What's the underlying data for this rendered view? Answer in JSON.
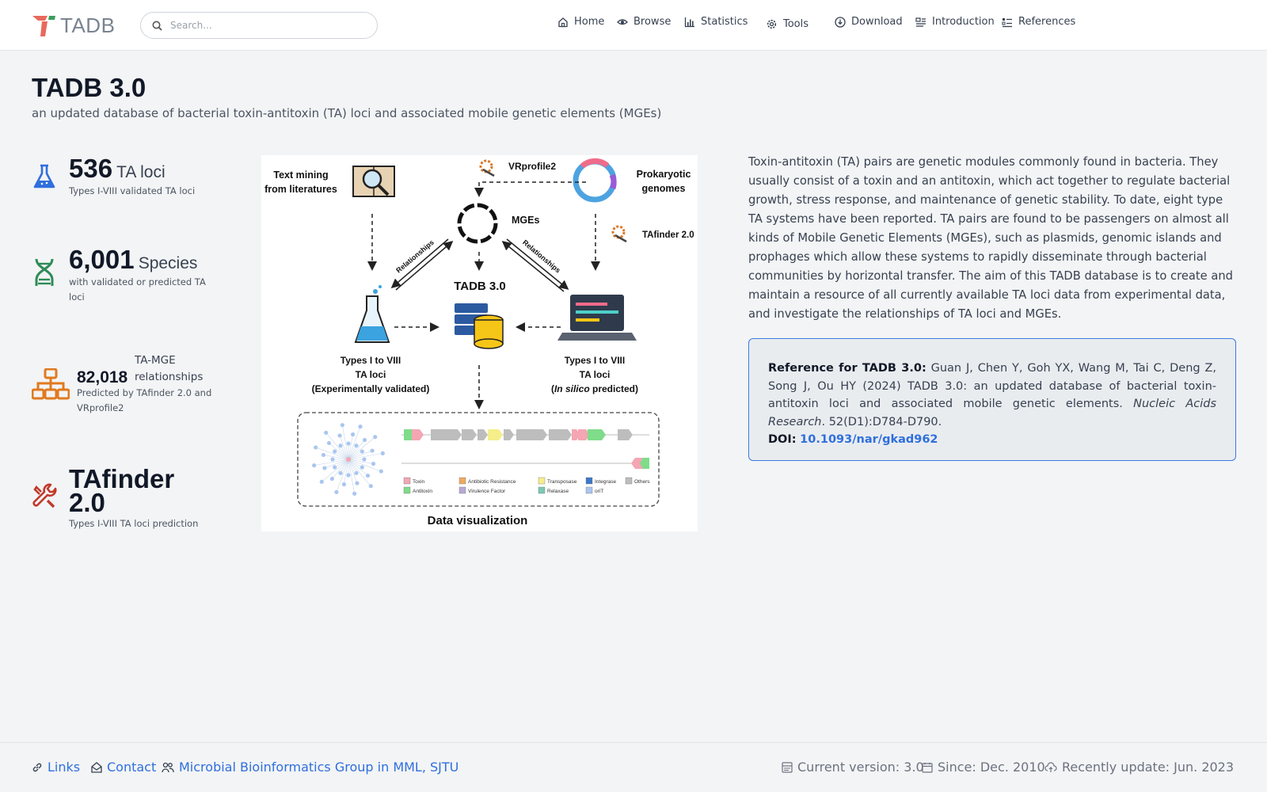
{
  "header": {
    "logo_text": "TADB",
    "search_placeholder": "Search...",
    "nav": [
      {
        "label": "Home",
        "icon": "home-icon"
      },
      {
        "label": "Browse",
        "icon": "eye-icon"
      },
      {
        "label": "Statistics",
        "icon": "bar-chart-icon"
      },
      {
        "label": "Tools",
        "icon": "gear-icon"
      },
      {
        "label": "Download",
        "icon": "download-icon"
      },
      {
        "label": "Introduction",
        "icon": "document-icon"
      },
      {
        "label": "References",
        "icon": "list-icon"
      }
    ]
  },
  "page": {
    "title": "TADB 3.0",
    "subtitle": "an updated database of bacterial toxin-antitoxin (TA) loci and associated mobile genetic elements (MGEs)"
  },
  "stats": [
    {
      "number": "536",
      "unit": "TA loci",
      "desc": "Types I-VIII validated TA loci",
      "icon": "flask-icon",
      "color": "#2f6fde"
    },
    {
      "number": "6,001",
      "unit": "Species",
      "desc": "with validated or predicted TA loci",
      "icon": "dna-icon",
      "color": "#2e8b57"
    },
    {
      "number": "82,018",
      "unit": "TA-MGE relationships",
      "desc": "Predicted by TAfinder 2.0 and VRprofile2",
      "icon": "network-icon",
      "color": "#e07a1e"
    },
    {
      "number": "TAfinder 2.0",
      "unit": "",
      "desc": "Types I-VIII TA loci prediction",
      "icon": "wrench-icon",
      "color": "#c0392b"
    }
  ],
  "figure": {
    "text_mining": "Text mining\nfrom literatures",
    "vrprofile": "VRprofile2",
    "prokaryotic": "Prokaryotic\ngenomes",
    "mges": "MGEs",
    "tafinder": "TAfinder 2.0",
    "relationships": "Relationships",
    "db_title": "TADB 3.0",
    "left_caption": [
      "Types I to VIII",
      "TA loci",
      "(Experimentally validated)"
    ],
    "right_caption": [
      "Types I to VIII",
      "TA loci",
      "predicted)"
    ],
    "right_caption_italic": "In silico",
    "data_vis": "Data visualization",
    "legend": [
      "Toxin",
      "Antibiotic Resistance",
      "Transposase",
      "Integrase",
      "Others",
      "Antitoxin",
      "Virulence Factor",
      "Relaxase",
      "oriT"
    ],
    "legend_colors": [
      "#f4a6b3",
      "#f0a860",
      "#f5ee8a",
      "#3a78c9",
      "#bdbdbd",
      "#7fdc8a",
      "#b7a8d8",
      "#7cc8b4",
      "#a9c6ef"
    ]
  },
  "description": "Toxin-antitoxin (TA) pairs are genetic modules commonly found in bacteria. They usually consist of a toxin and an antitoxin, which act together to regulate bacterial growth, stress response, and maintenance of genetic stability. To date, eight type TA systems have been reported. TA pairs are found to be passengers on almost all kinds of Mobile Genetic Elements (MGEs), such as plasmids, genomic islands and prophages which allow these systems to rapidly disseminate through bacterial communities by horizontal transfer. The aim of this TADB database is to create and maintain a resource of all currently available TA loci data from experimental data, and investigate the relationships of TA loci and MGEs.",
  "reference": {
    "label": "Reference for TADB 3.0:",
    "authors": "Guan J, Chen Y, Goh YX, Wang M, Tai C, Deng Z, Song J, Ou HY (2024) TADB 3.0: an updated database of bacterial toxin-antitoxin loci and associated mobile genetic elements.",
    "journal": "Nucleic Acids Research",
    "pages": ". 52(D1):D784-D790.",
    "doi_label": "DOI:",
    "doi": "10.1093/nar/gkad962"
  },
  "footer": {
    "links": "Links",
    "contact": "Contact",
    "group": "Microbial Bioinformatics Group in MML, SJTU",
    "version": "Current version: 3.0",
    "since": "Since: Dec. 2010",
    "updated": "Recently update: Jun. 2023"
  },
  "colors": {
    "accent": "#2f6fde",
    "logo_red": "#e8695c",
    "logo_green": "#3a9d5d"
  }
}
